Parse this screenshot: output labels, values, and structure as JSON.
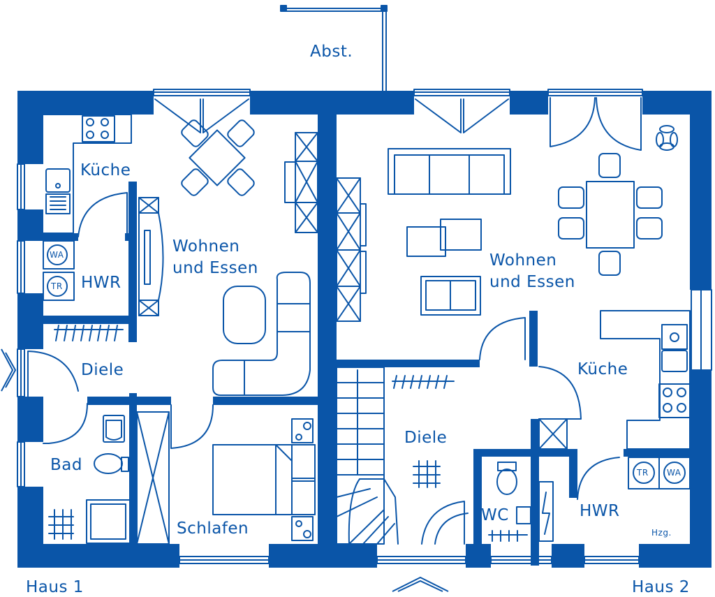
{
  "colors": {
    "plan": "#0a55a8",
    "background": "#ffffff"
  },
  "labels": {
    "abst": "Abst.",
    "haus1": "Haus 1",
    "haus2": "Haus 2",
    "h1_kueche": "Küche",
    "h1_hwr": "HWR",
    "h1_wohnen_1": "Wohnen",
    "h1_wohnen_2": "und Essen",
    "h1_diele": "Diele",
    "h1_bad": "Bad",
    "h1_schlafen": "Schlafen",
    "h2_wohnen_1": "Wohnen",
    "h2_wohnen_2": "und Essen",
    "h2_kueche": "Küche",
    "h2_diele": "Diele",
    "h2_wc": "WC",
    "h2_hwr": "HWR",
    "h2_hzg": "Hzg.",
    "wa": "WA",
    "tr": "TR"
  },
  "icons": [
    "entrance-arrow-icon",
    "view-direction-arrow-icon",
    "plant-icon",
    "washer-icon",
    "dryer-icon"
  ]
}
